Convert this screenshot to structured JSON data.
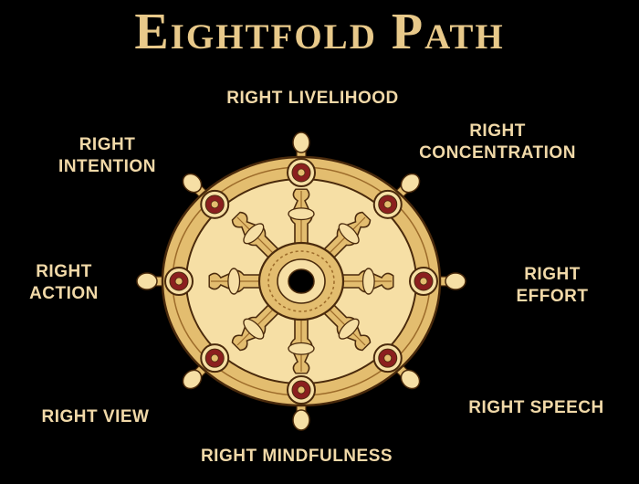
{
  "title": "Eightfold Path",
  "colors": {
    "background": "#000000",
    "gold": "#e3bd6f",
    "gold_light": "#f6dfa5",
    "gold_dark": "#9c6b2a",
    "outline": "#4a2a0c",
    "label": "#f1d9a8",
    "hub_spot": "#8b1f1f"
  },
  "wheel": {
    "spokes": 8,
    "icons": [
      "dharma-wheel-icon",
      "spoke-medallion-icon",
      "hub-icon"
    ]
  },
  "labels": {
    "livelihood": [
      "RIGHT LIVELIHOOD"
    ],
    "concentration": [
      "RIGHT",
      "CONCENTRATION"
    ],
    "intention": [
      "RIGHT",
      "INTENTION"
    ],
    "action": [
      "RIGHT",
      "ACTION"
    ],
    "effort": [
      "RIGHT",
      "EFFORT"
    ],
    "view": [
      "RIGHT VIEW"
    ],
    "speech": [
      "RIGHT SPEECH"
    ],
    "mindfulness": [
      "RIGHT MINDFULNESS"
    ]
  }
}
